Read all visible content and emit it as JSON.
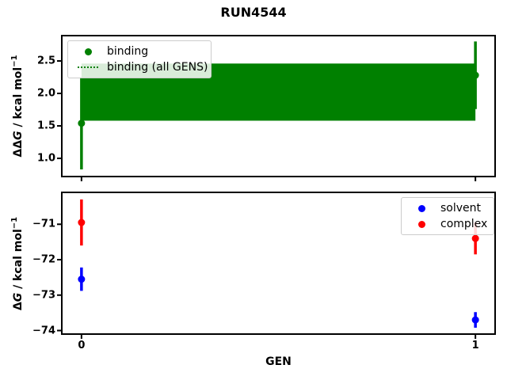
{
  "title": "RUN4544",
  "xlabel": "GEN",
  "colors": {
    "binding": "#008000",
    "solvent": "#0000ff",
    "complex": "#ff0000",
    "axis": "#000000",
    "legend_border": "#cccccc"
  },
  "ylabels": {
    "top": {
      "prefix": "ΔΔ",
      "symbol": "G",
      "unit": " / kcal mol",
      "sup": "−1"
    },
    "bottom": {
      "prefix": "Δ",
      "symbol": "G",
      "unit": " / kcal mol",
      "sup": "−1"
    }
  },
  "legends": {
    "top": [
      {
        "label": "binding",
        "marker": "dot",
        "color": "#008000"
      },
      {
        "label": "binding (all GENS)",
        "marker": "dotted-line",
        "color": "#008000"
      }
    ],
    "bottom": [
      {
        "label": "solvent",
        "marker": "dot",
        "color": "#0000ff"
      },
      {
        "label": "complex",
        "marker": "dot",
        "color": "#ff0000"
      }
    ]
  },
  "chart_data": [
    {
      "type": "scatter",
      "subplot": "top",
      "ylabel": "ΔΔG / kcal mol−1",
      "x": [
        0,
        1
      ],
      "series": [
        {
          "name": "binding",
          "color": "#008000",
          "y": [
            1.54,
            2.28
          ],
          "yerr": [
            0.71,
            0.52
          ]
        }
      ],
      "band": {
        "name": "binding (all GENS)",
        "color": "#008000",
        "mean": 2.02,
        "low": 1.58,
        "high": 2.46,
        "x_span": [
          0,
          1
        ]
      },
      "xlim": [
        -0.05,
        1.05
      ],
      "ylim": [
        0.72,
        2.89
      ],
      "xticks": [
        0,
        1
      ],
      "xtick_labels": [
        "",
        ""
      ],
      "yticks": [
        1.0,
        1.5,
        2.0,
        2.5
      ],
      "ytick_labels": [
        "1.0",
        "1.5",
        "2.0",
        "2.5"
      ],
      "legend_position": "upper left",
      "grid": false
    },
    {
      "type": "scatter",
      "subplot": "bottom",
      "ylabel": "ΔG / kcal mol−1",
      "xlabel": "GEN",
      "x": [
        0,
        1
      ],
      "series": [
        {
          "name": "solvent",
          "color": "#0000ff",
          "y": [
            -72.55,
            -73.7
          ],
          "yerr": [
            0.33,
            0.22
          ]
        },
        {
          "name": "complex",
          "color": "#ff0000",
          "y": [
            -70.95,
            -71.4
          ],
          "yerr": [
            0.65,
            0.45
          ]
        }
      ],
      "xlim": [
        -0.05,
        1.05
      ],
      "ylim": [
        -74.1,
        -70.1
      ],
      "xticks": [
        0,
        1
      ],
      "xtick_labels": [
        "0",
        "1"
      ],
      "yticks": [
        -74,
        -73,
        -72,
        -71
      ],
      "ytick_labels": [
        "−74",
        "−73",
        "−72",
        "−71"
      ],
      "legend_position": "upper right",
      "grid": false
    }
  ]
}
